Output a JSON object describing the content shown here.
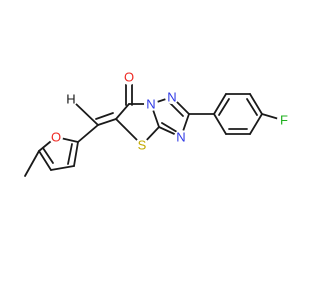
{
  "molecule": {
    "atom_labels": {
      "carbonyl_oxygen": "O",
      "thiazole_nitrogen": "N",
      "triazole_nitrogen_top": "N",
      "triazole_nitrogen_bottom": "N",
      "sulfur": "S",
      "furan_oxygen": "O",
      "fluorine": "F",
      "vinyl_hydrogen": "H"
    },
    "colors": {
      "bond": "#1a1a1a",
      "nitrogen": "#2f39e6",
      "oxygen": "#ee2a24",
      "sulfur": "#c2a900",
      "fluorine": "#20b020",
      "hydrogen": "#1a1a1a"
    }
  }
}
